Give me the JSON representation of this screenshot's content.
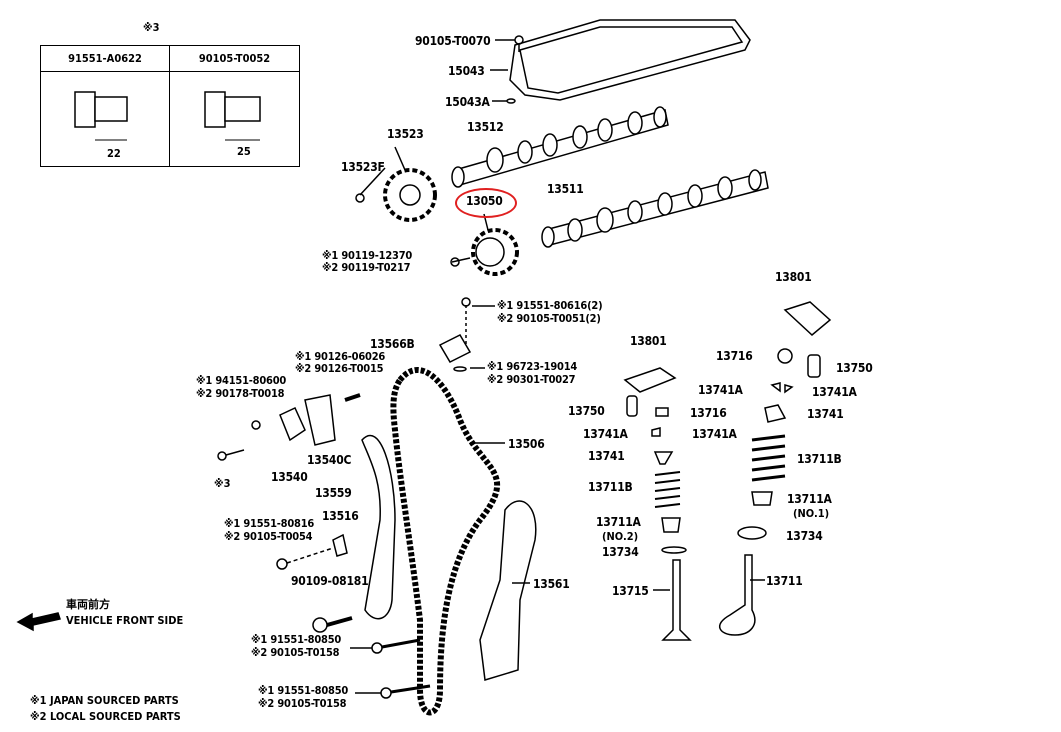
{
  "note3": "※3",
  "bolt_table": {
    "columns": [
      "91551-A0622",
      "90105-T0052"
    ],
    "lengths": [
      "22",
      "25"
    ]
  },
  "labels": {
    "p90105_T0070": "90105-T0070",
    "p15043": "15043",
    "p15043A": "15043A",
    "p13512": "13512",
    "p13523": "13523",
    "p13523F": "13523F",
    "p13511": "13511",
    "p13050": "13050",
    "p90119": [
      "※1 90119-12370",
      "※2 90119-T0217"
    ],
    "p91551_80616": [
      "※1 91551-80616(2)",
      "※2 90105-T0051(2)"
    ],
    "p13566B": "13566B",
    "p90126": [
      "※1 90126-06026",
      "※2 90126-T0015"
    ],
    "p96723": [
      "※1 96723-19014",
      "※2 90301-T0027"
    ],
    "p94151": [
      "※1 94151-80600",
      "※2 90178-T0018"
    ],
    "p13801a": "13801",
    "p13801b": "13801",
    "p13716a": "13716",
    "p13750a": "13750",
    "p13741Aa": "13741A",
    "p13741Ab": "13741A",
    "p13750b": "13750",
    "p13716b": "13716",
    "p13741a": "13741",
    "p13741Ac": "13741A",
    "p13741Ad": "13741A",
    "p13506": "13506",
    "p13741b": "13741",
    "p13711Ba": "13711B",
    "p13540C": "13540C",
    "p13540": "13540",
    "note3b": "※3",
    "p13711Bb": "13711B",
    "p13559": "13559",
    "p13711Aa": "13711A",
    "no1": "(NO.1)",
    "p13516": "13516",
    "p91551_80816": [
      "※1 91551-80816",
      "※2 90105-T0054"
    ],
    "p13711Ab": "13711A",
    "no2": "(NO.2)",
    "p13734a": "13734",
    "p13734b": "13734",
    "p90109": "90109-08181",
    "p13561": "13561",
    "p13711": "13711",
    "p13715": "13715",
    "p91551_80850a": [
      "※1 91551-80850",
      "※2 90105-T0158"
    ],
    "p91551_80850b": [
      "※1 91551-80850",
      "※2 90105-T0158"
    ]
  },
  "front": {
    "jp": "車両前方",
    "en": "VEHICLE FRONT SIDE"
  },
  "legend": [
    "※1 JAPAN SOURCED PARTS",
    "※2 LOCAL SOURCED PARTS"
  ],
  "colors": {
    "highlight": "#e02020"
  }
}
